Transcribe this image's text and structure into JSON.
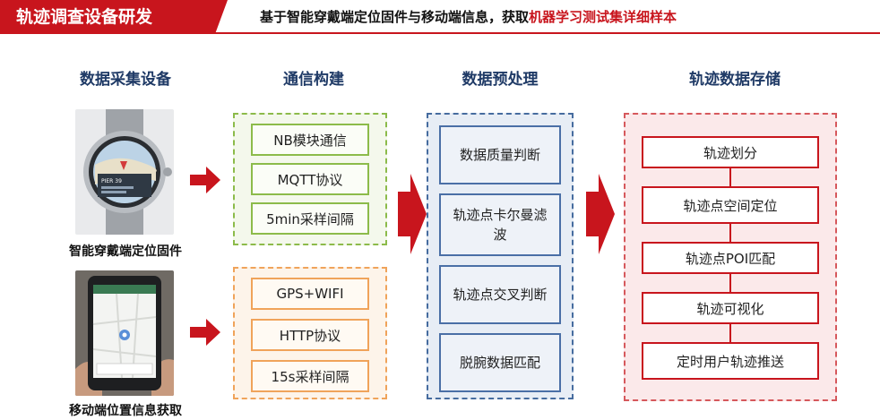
{
  "header": {
    "title": "轨迹调查设备研发",
    "subtitle_plain": "基于智能穿戴端定位固件与移动端信息，获取",
    "subtitle_highlight": "机器学习测试集详细样本"
  },
  "colors": {
    "brand_red": "#c8151d",
    "heading_blue": "#1f3a66",
    "green": "#8cbb4a",
    "orange": "#f0a35a",
    "blue": "#466c9f",
    "red_dashed": "#d6585c"
  },
  "sections": {
    "collection": {
      "title": "数据采集设备"
    },
    "communication": {
      "title": "通信构建"
    },
    "preprocessing": {
      "title": "数据预处理"
    },
    "storage": {
      "title": "轨迹数据存储"
    }
  },
  "devices": {
    "watch": {
      "caption": "智能穿戴端定位固件",
      "screen_text": "PIER 39"
    },
    "phone": {
      "caption": "移动端位置信息获取"
    }
  },
  "communication": {
    "watch_group": [
      "NB模块通信",
      "MQTT协议",
      "5min采样间隔"
    ],
    "phone_group": [
      "GPS+WIFI",
      "HTTP协议",
      "15s采样间隔"
    ]
  },
  "preprocessing": {
    "steps": [
      "数据质量判断",
      "轨迹点卡尔曼滤波",
      "轨迹点交叉判断",
      "脱腕数据匹配"
    ]
  },
  "storage": {
    "steps": [
      "轨迹划分",
      "轨迹点空间定位",
      "轨迹点POI匹配",
      "轨迹可视化",
      "定时用户轨迹推送"
    ]
  }
}
